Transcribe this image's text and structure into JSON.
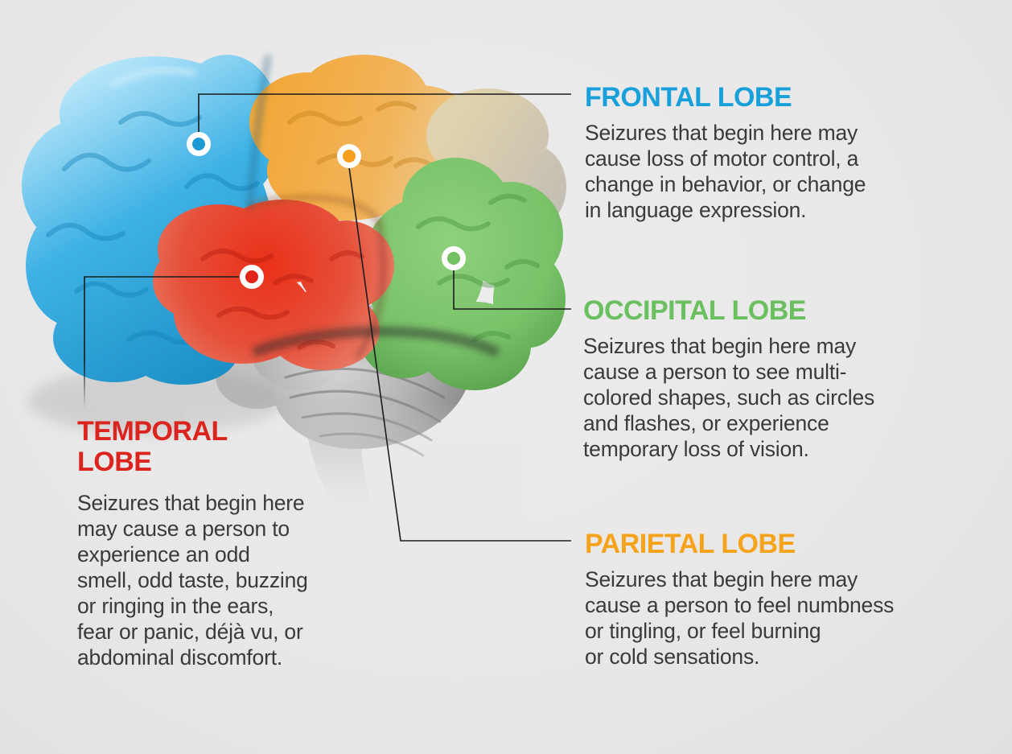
{
  "page": {
    "background_color": "#e9e8e8",
    "connector_line_color": "#1c1c1c",
    "body_text_color": "#3a3a38"
  },
  "callouts": [
    {
      "id": "frontal",
      "title": "FRONTAL LOBE",
      "title_color": "#18a0db",
      "body_lines": "Seizures that begin here may\ncause loss of motor control, a\nchange in behavior, or change\nin language expression."
    },
    {
      "id": "occipital",
      "title": "OCCIPITAL LOBE",
      "title_color": "#6abf5f",
      "body_lines": "Seizures that begin here may\ncause a person to see multi-\ncolored shapes, such as circles\nand flashes, or experience\ntemporary loss of vision."
    },
    {
      "id": "parietal",
      "title": "PARIETAL LOBE",
      "title_color": "#f6a31c",
      "body_lines": "Seizures that begin here may\ncause a person to feel numbness\nor tingling, or feel burning\nor cold sensations."
    },
    {
      "id": "temporal",
      "title": "TEMPORAL\nLOBE",
      "title_color": "#dc241f",
      "body_lines": "Seizures that begin here\nmay cause a person to\nexperience an odd\nsmell, odd taste, buzzing\nor ringing in the ears,\nfear or panic, déjà vu, or\nabdominal discomfort."
    }
  ],
  "brain": {
    "regions": [
      {
        "name": "frontal lobe",
        "color": "#2fa8dd"
      },
      {
        "name": "parietal lobe",
        "color": "#f0a63c"
      },
      {
        "name": "temporal lobe",
        "color": "#e53a28"
      },
      {
        "name": "occipital lobe",
        "color": "#7cc46e"
      },
      {
        "name": "cerebellum",
        "color": "#a9a9a9"
      }
    ],
    "markers": [
      {
        "name": "frontal marker",
        "color": "#1c9ad4"
      },
      {
        "name": "parietal marker",
        "color": "#f5a01e"
      },
      {
        "name": "temporal marker",
        "color": "#e3241c"
      },
      {
        "name": "occipital marker",
        "color": "#72c163"
      }
    ]
  }
}
